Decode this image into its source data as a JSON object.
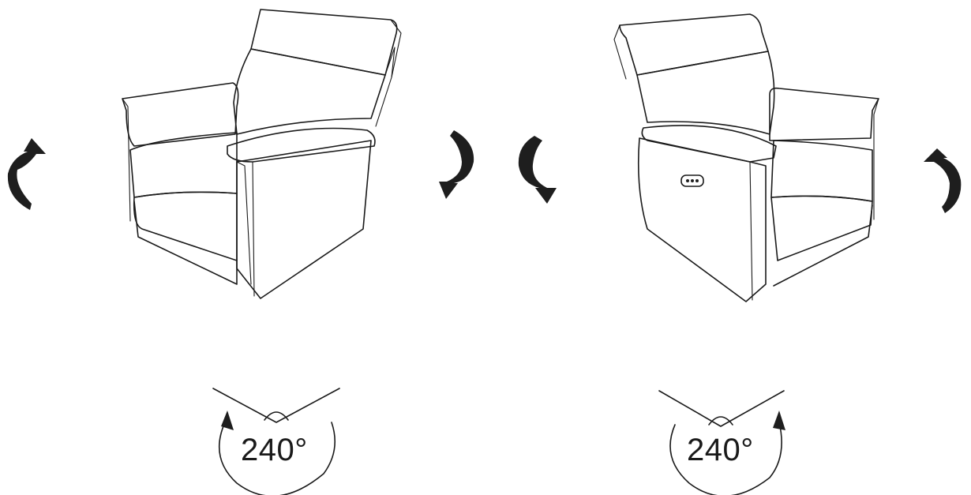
{
  "views": [
    {
      "id": "left",
      "rotation_label": "240°"
    },
    {
      "id": "right",
      "rotation_label": "240°"
    }
  ],
  "icons": {
    "rotate_cw": "rotate-arrow-clockwise-icon",
    "rotate_ccw": "rotate-arrow-counterclockwise-icon",
    "angle_arc": "rotation-arc-arrow-icon"
  },
  "colors": {
    "line": "#1a1a1a",
    "arrow": "#1e1e1e",
    "background": "#ffffff"
  }
}
